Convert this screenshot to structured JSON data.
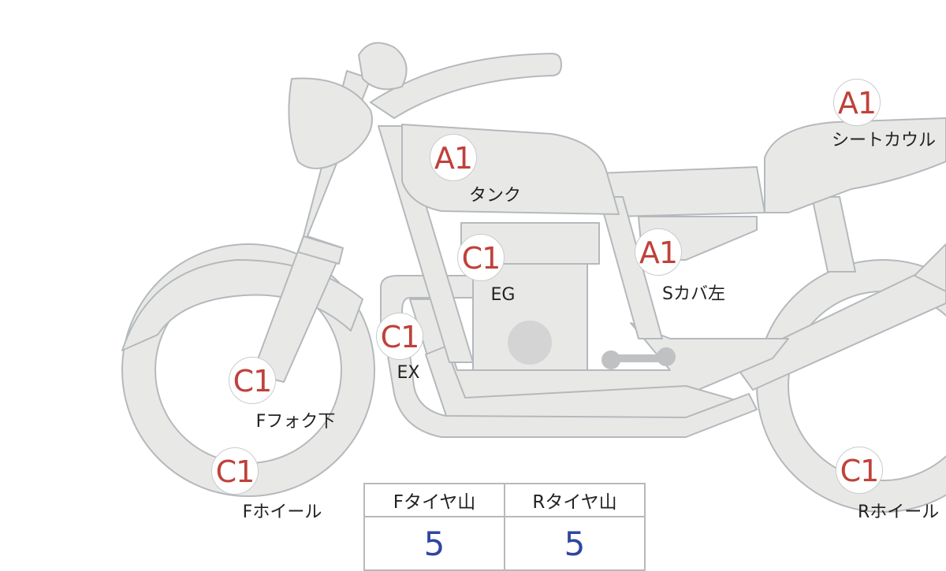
{
  "parts": [
    {
      "grade": "A1",
      "label": "タンク"
    },
    {
      "grade": "A1",
      "label": "シートカウル"
    },
    {
      "grade": "C1",
      "label": "EG"
    },
    {
      "grade": "A1",
      "label": "Sカバ左"
    },
    {
      "grade": "C1",
      "label": "EX"
    },
    {
      "grade": "C1",
      "label": "Fフォク下"
    },
    {
      "grade": "C1",
      "label": "Fホイール"
    },
    {
      "grade": "C1",
      "label": "Rホイール"
    }
  ],
  "tire_tread": {
    "headers": [
      "Fタイヤ山",
      "Rタイヤ山"
    ],
    "values": [
      "5",
      "5"
    ]
  },
  "colors": {
    "grade": "#c0413b",
    "value": "#2f46a0",
    "body": "#e8e9e7",
    "outline": "#b5b9bc"
  }
}
